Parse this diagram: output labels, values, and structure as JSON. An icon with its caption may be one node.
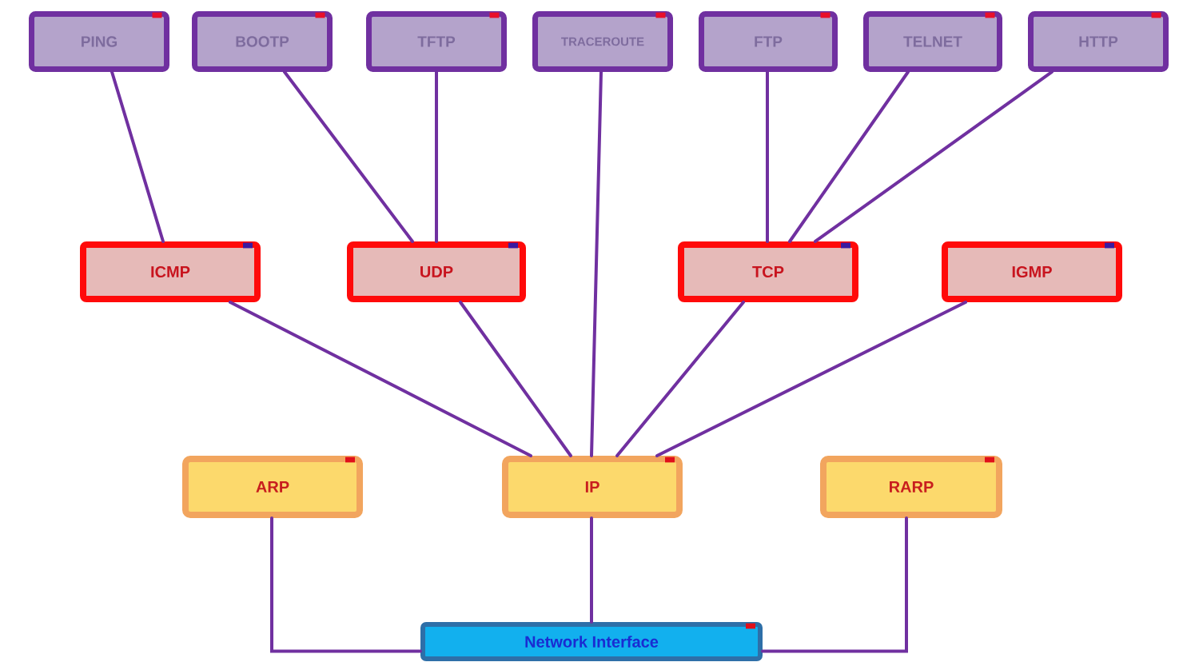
{
  "diagram": {
    "nodes": [
      {
        "text": [
          "PING"
        ]
      },
      {
        "text": [
          "BOOTP"
        ]
      },
      {
        "text": [
          "TFTP"
        ]
      },
      {
        "text": [
          "TRACEROUTE"
        ]
      },
      {
        "text": [
          "FTP"
        ]
      },
      {
        "text": [
          "TELNET"
        ]
      },
      {
        "text": [
          "HTTP"
        ]
      },
      {
        "text": [
          "ICMP"
        ]
      },
      {
        "text": [
          "UDP"
        ]
      },
      {
        "text": [
          "TCP"
        ]
      },
      {
        "text": [
          "IGMP"
        ]
      },
      {
        "text": [
          "ARP"
        ]
      },
      {
        "text": [
          "IP"
        ]
      },
      {
        "text": [
          "RARP"
        ]
      },
      {
        "text": [
          "Network Interface"
        ]
      }
    ],
    "edges": [
      {
        "from": 0,
        "to": 7,
        "arrow": "none"
      },
      {
        "from": 1,
        "to": 8,
        "arrow": "none"
      },
      {
        "from": 2,
        "to": 8,
        "arrow": "none"
      },
      {
        "from": 3,
        "to": 12,
        "arrow": "none"
      },
      {
        "from": 4,
        "to": 9,
        "arrow": "none"
      },
      {
        "from": 5,
        "to": 9,
        "arrow": "none"
      },
      {
        "from": 6,
        "to": 9,
        "arrow": "none"
      },
      {
        "from": 7,
        "to": 12,
        "arrow": "none"
      },
      {
        "from": 8,
        "to": 12,
        "arrow": "none"
      },
      {
        "from": 9,
        "to": 12,
        "arrow": "none"
      },
      {
        "from": 10,
        "to": 12,
        "arrow": "none"
      },
      {
        "from": 11,
        "to": 14,
        "arrow": "none"
      },
      {
        "from": 12,
        "to": 14,
        "arrow": "none"
      },
      {
        "from": 13,
        "to": 14,
        "arrow": "none"
      }
    ]
  }
}
